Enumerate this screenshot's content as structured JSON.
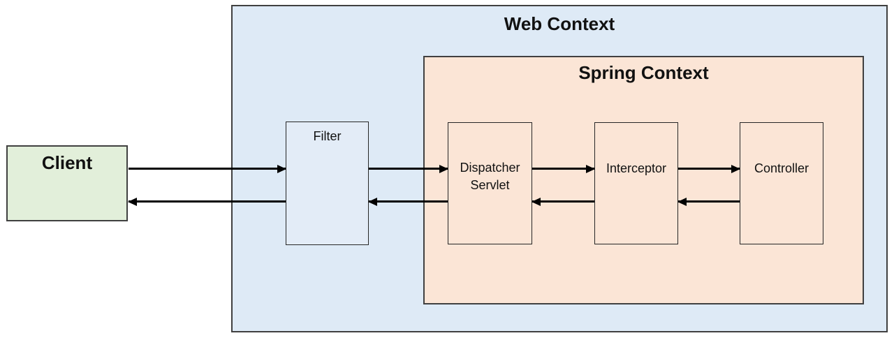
{
  "diagram": {
    "containers": {
      "web_context": {
        "title": "Web Context",
        "fill": "#deeaf6"
      },
      "spring_context": {
        "title": "Spring Context",
        "fill": "#fbe5d6"
      }
    },
    "nodes": {
      "client": {
        "label": "Client",
        "fill": "#e2efda"
      },
      "filter": {
        "label": "Filter",
        "fill": "#e3ecf7"
      },
      "dispatcher_servlet": {
        "label": "Dispatcher Servlet",
        "fill": "#fbe5d6"
      },
      "interceptor": {
        "label": "Interceptor",
        "fill": "#fbe5d6"
      },
      "controller": {
        "label": "Controller",
        "fill": "#fbe5d6"
      }
    },
    "edges": [
      {
        "from": "Client",
        "to": "Filter",
        "direction": "forward"
      },
      {
        "from": "Filter",
        "to": "Dispatcher Servlet",
        "direction": "forward"
      },
      {
        "from": "Dispatcher Servlet",
        "to": "Interceptor",
        "direction": "forward"
      },
      {
        "from": "Interceptor",
        "to": "Controller",
        "direction": "forward"
      },
      {
        "from": "Controller",
        "to": "Interceptor",
        "direction": "return"
      },
      {
        "from": "Interceptor",
        "to": "Dispatcher Servlet",
        "direction": "return"
      },
      {
        "from": "Dispatcher Servlet",
        "to": "Filter",
        "direction": "return"
      },
      {
        "from": "Filter",
        "to": "Client",
        "direction": "return"
      }
    ],
    "colors": {
      "border_dark": "#404040",
      "node_border": "#262626",
      "arrow": "#000000",
      "text": "#111111",
      "background": "#ffffff"
    }
  }
}
